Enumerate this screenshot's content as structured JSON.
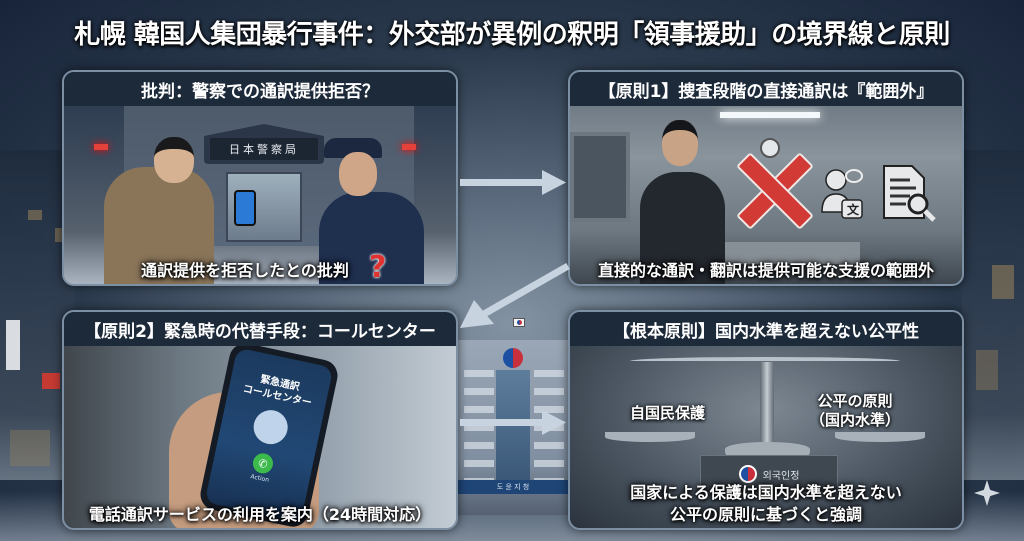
{
  "page": {
    "title": "札幌 韓国人集団暴行事件：外交部が異例の釈明「領事援助」の境界線と原則"
  },
  "colors": {
    "background": "#2a3a4c",
    "header_bar": "#1d2a3a",
    "panel_border": "#7d8fa3",
    "accent_red": "#d23a35",
    "call_green": "#3cba4c"
  },
  "panels": [
    {
      "id": "criticism",
      "header": "批判：警察での通訳提供拒否？",
      "caption": "通訳提供を拒否したとの批判",
      "scene": {
        "building_sign": "日本警察局",
        "icon": "question-mark-icon",
        "icon_glyph": "?"
      }
    },
    {
      "id": "principle-1",
      "header": "【原則1】捜査段階の直接通訳は『範囲外』",
      "caption": "直接的な通訳・翻訳は提供可能な支援の範囲外",
      "scene": {
        "icons": [
          "cross-mark-icon",
          "interpreter-person-icon",
          "translate-bubble-icon",
          "document-search-icon"
        ],
        "translate_glyph": "文"
      }
    },
    {
      "id": "principle-2",
      "header": "【原則2】緊急時の代替手段：コールセンター",
      "caption": "電話通訳サービスの利用を案内（24時間対応）",
      "scene": {
        "phone_screen_line1": "緊急通訳",
        "phone_screen_line2": "コールセンター",
        "call_button_label": "Action",
        "call_glyph": "✆"
      }
    },
    {
      "id": "fundamental-principle",
      "header": "【根本原則】国内水準を超えない公平性",
      "caption_line1": "国家による保護は国内水準を超えない",
      "caption_line2": "公平の原則に基づくと強調",
      "scene": {
        "left_pan_label": "自国民保護",
        "right_pan_label_line1": "公平の原則",
        "right_pan_label_line2": "（国内水準）",
        "pedestal_text": "외국인정"
      }
    }
  ],
  "center": {
    "building_banner": "도 윤 지 청",
    "flag": "south-korea-flag"
  },
  "arrows": [
    {
      "from": "criticism",
      "to": "principle-1",
      "direction": "right"
    },
    {
      "from": "principle-1",
      "to": "principle-2",
      "direction": "down-left"
    },
    {
      "from": "principle-2",
      "to": "fundamental-principle",
      "direction": "right"
    }
  ]
}
